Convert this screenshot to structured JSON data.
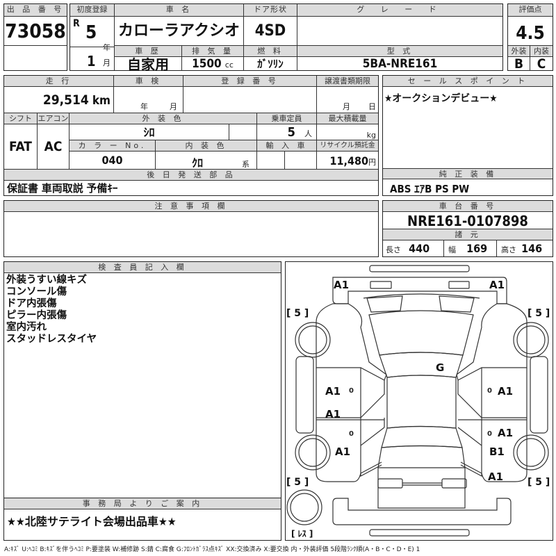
{
  "header": {
    "lot_label": "出 品 番 号",
    "lot_number": "73058",
    "first_reg_label": "初度登録",
    "era": "R",
    "year": "5",
    "year_unit": "年",
    "month": "1",
    "month_unit": "月",
    "car_name_label": "車 名",
    "car_name": "カローラアクシオ",
    "door_label": "ドア形状",
    "door": "4SD",
    "grade_label": "グ レ ー ド",
    "grade": "",
    "history_label": "車 歴",
    "history": "自家用",
    "displacement_label": "排 気 量",
    "displacement": "1500",
    "displacement_unit": "cc",
    "fuel_label": "燃 料",
    "fuel": "ｶﾞｿﾘﾝ",
    "model_label": "型 式",
    "model": "5BA-NRE161",
    "score_label": "評価点",
    "score": "4.5",
    "exterior_label": "外装",
    "exterior": "B",
    "interior_label": "内装",
    "interior": "C"
  },
  "details": {
    "mileage_label": "走 行",
    "mileage": "29,514",
    "mileage_unit": "km",
    "inspection_label": "車 検",
    "inspection_year_unit": "年",
    "inspection_month_unit": "月",
    "reg_no_label": "登 録 番 号",
    "reg_no": "",
    "transfer_label": "譲渡書類期限",
    "transfer_month_unit": "月",
    "transfer_day_unit": "日",
    "shift_label": "シフト",
    "shift": "FAT",
    "ac_label": "エアコン",
    "ac": "AC",
    "ext_color_label": "外 装 色",
    "ext_color": "ｼﾛ",
    "capacity_label": "乗車定員",
    "capacity": "5",
    "capacity_unit": "人",
    "max_load_label": "最大積載量",
    "max_load_unit": "kg",
    "color_no_label": "カ ラ ー No.",
    "color_no": "040",
    "int_color_label": "内 装 色",
    "int_color": "ｸﾛ",
    "int_color_unit": "系",
    "import_label": "輸 入 車",
    "recycle_label": "リサイクル預託金",
    "recycle": "11,480",
    "recycle_unit": "円",
    "later_parts_label": "後 日 発 送 部 品",
    "later_parts": "保証書 車両取説 予備ｷｰ"
  },
  "sales_point": {
    "label": "セ ー ル ス ポ イ ン ト",
    "text": "★オークションデビュー★"
  },
  "equipment": {
    "label": "純 正 装 備",
    "text": "ABS ｴｱB PS PW"
  },
  "notes": {
    "label": "注 意 事 項 欄",
    "text": ""
  },
  "chassis": {
    "label": "車 台 番 号",
    "number": "NRE161-0107898",
    "spec_label": "諸 元",
    "length_label": "長さ",
    "length": "440",
    "width_label": "幅",
    "width": "169",
    "height_label": "高さ",
    "height": "146"
  },
  "inspector": {
    "label": "検 査 員 記 入 欄",
    "lines": [
      "外装うすい線キズ",
      "コンソール傷",
      "ドア内張傷",
      "ピラー内張傷",
      "室内汚れ",
      "スタッドレスタイヤ"
    ]
  },
  "office": {
    "label": "事 務 局 よ り ご 案 内",
    "text": "★★北陸サテライト会場出品車★★"
  },
  "diagram": {
    "marks": {
      "front_left": "A1",
      "front_right": "A1",
      "windshield": "G",
      "left_front_door": "A1",
      "left_rear_door": "A1",
      "left_rear_fender": "A1",
      "right_front_door": "A1",
      "right_rear_door": "A1",
      "right_rear_fender": "B1",
      "right_rear_quarter": "A1"
    },
    "tire_fl": "[ 5 ]",
    "tire_fr": "[ 5 ]",
    "tire_rl": "[ 5 ]",
    "tire_rr": "[ 5 ]",
    "spare": "[ ﾚｽ ]",
    "zero": "0"
  },
  "legend": "A:ｷｽﾞ U:ﾍｺﾐ B:ｷｽﾞを伴うﾍｺﾐ P:要塗装 W:補修跡 S:錆 C:腐食 G:ﾌﾛﾝﾄｶﾞﾗｽ点ｷｽﾞ XX:交換済み X:要交換 内・外装評価 5段階ﾗﾝｸ順(A・B・C・D・E) 1"
}
